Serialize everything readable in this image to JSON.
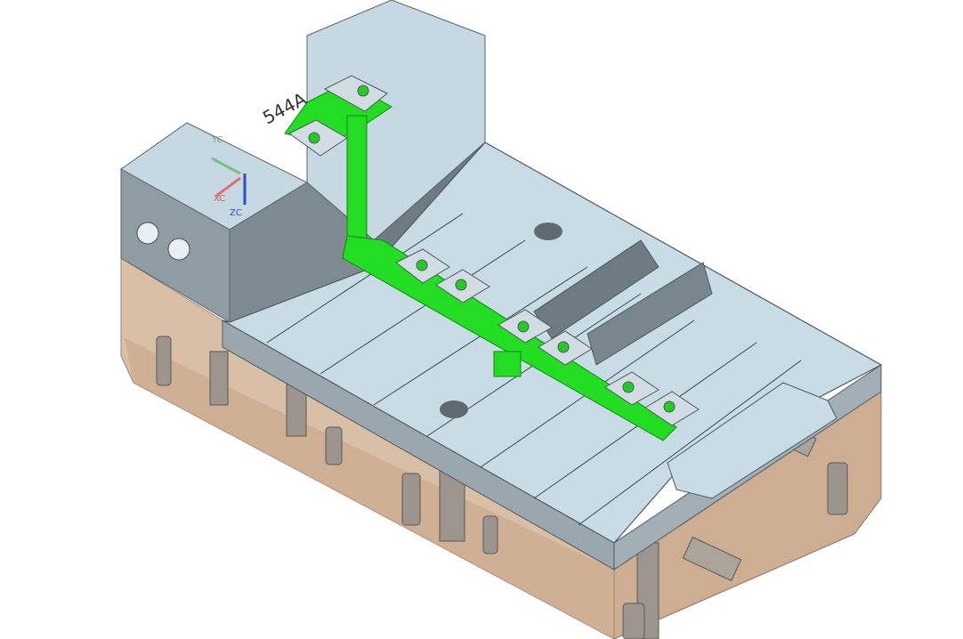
{
  "viewport": {
    "background": "#ffffff",
    "model": {
      "engraved_text": "544A",
      "colors": {
        "plate_top": "#c9dde6",
        "plate_side": "#8e9ba3",
        "block_dark": "#6f7b82",
        "transparent_base": "#cfae92",
        "part_green": "#22dd22",
        "pins": "#9a948c"
      }
    },
    "triad": {
      "x_label": "XC",
      "y_label": "YC",
      "z_label": "ZC",
      "x_color": "#e05050",
      "y_color": "#60b060",
      "z_color": "#3050c0"
    }
  }
}
